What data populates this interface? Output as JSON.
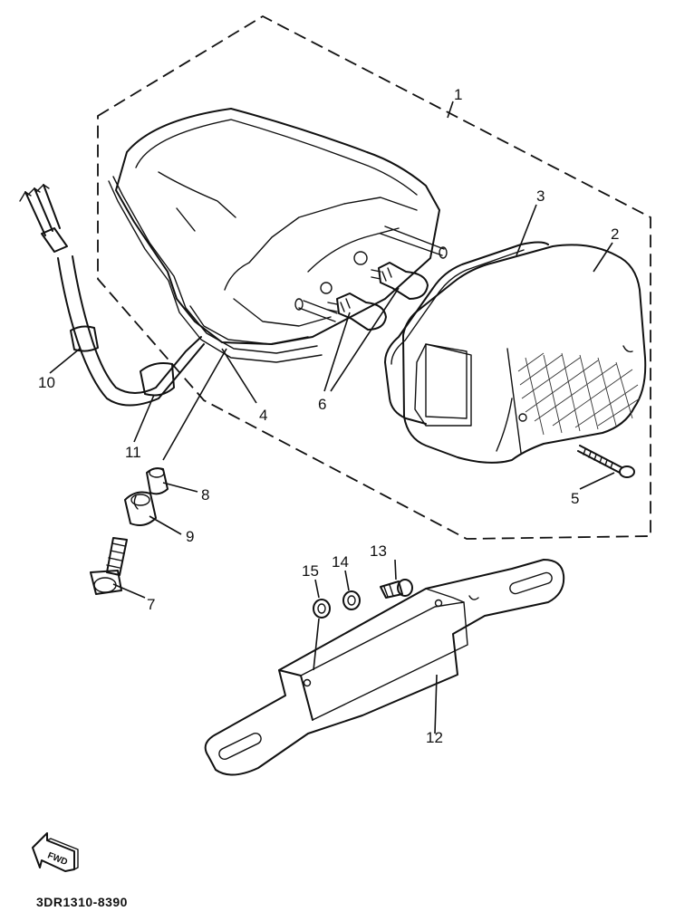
{
  "callouts": [
    {
      "id": "1",
      "label": "1"
    },
    {
      "id": "2",
      "label": "2"
    },
    {
      "id": "3",
      "label": "3"
    },
    {
      "id": "4",
      "label": "4"
    },
    {
      "id": "5",
      "label": "5"
    },
    {
      "id": "6",
      "label": "6"
    },
    {
      "id": "7",
      "label": "7"
    },
    {
      "id": "8",
      "label": "8"
    },
    {
      "id": "9",
      "label": "9"
    },
    {
      "id": "10",
      "label": "10"
    },
    {
      "id": "11",
      "label": "11"
    },
    {
      "id": "12",
      "label": "12"
    },
    {
      "id": "13",
      "label": "13"
    },
    {
      "id": "14",
      "label": "14"
    },
    {
      "id": "15",
      "label": "15"
    }
  ],
  "fwd_label": "FWD",
  "diagram_code": "3DR1310-8390"
}
